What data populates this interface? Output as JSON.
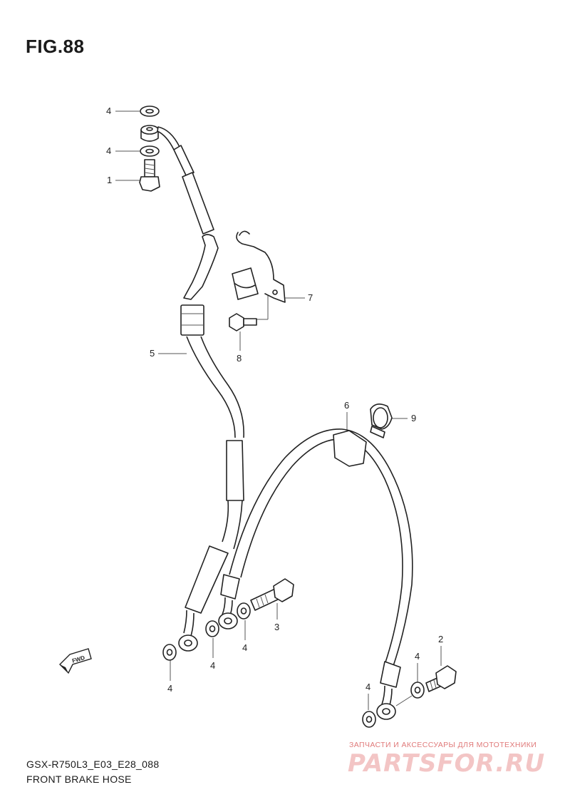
{
  "figure": {
    "title": "FIG.88",
    "model_code": "GSX-R750L3_E03_E28_088",
    "name": "FRONT BRAKE HOSE"
  },
  "callouts": [
    {
      "id": "washer-top",
      "label": "4"
    },
    {
      "id": "washer-mid",
      "label": "4"
    },
    {
      "id": "banjo-bolt-top",
      "label": "1"
    },
    {
      "id": "bracket",
      "label": "7"
    },
    {
      "id": "bracket-bolt",
      "label": "8"
    },
    {
      "id": "upper-hose",
      "label": "5"
    },
    {
      "id": "lower-hose",
      "label": "6"
    },
    {
      "id": "clamp",
      "label": "9"
    },
    {
      "id": "union-bolt-left",
      "label": "3"
    },
    {
      "id": "washer-left-a",
      "label": "4"
    },
    {
      "id": "washer-left-b",
      "label": "4"
    },
    {
      "id": "washer-left-c",
      "label": "4"
    },
    {
      "id": "banjo-bolt-right",
      "label": "2"
    },
    {
      "id": "washer-right-a",
      "label": "4"
    },
    {
      "id": "washer-right-b",
      "label": "4"
    }
  ],
  "direction_badge": "FWD",
  "watermark": {
    "caption": "ЗАПЧАСТИ И АКСЕССУАРЫ ДЛЯ МОТОТЕХНИКИ",
    "logo": "PARTSFOR.RU"
  },
  "colors": {
    "line": "#222222",
    "watermark": "#e07a7a"
  }
}
